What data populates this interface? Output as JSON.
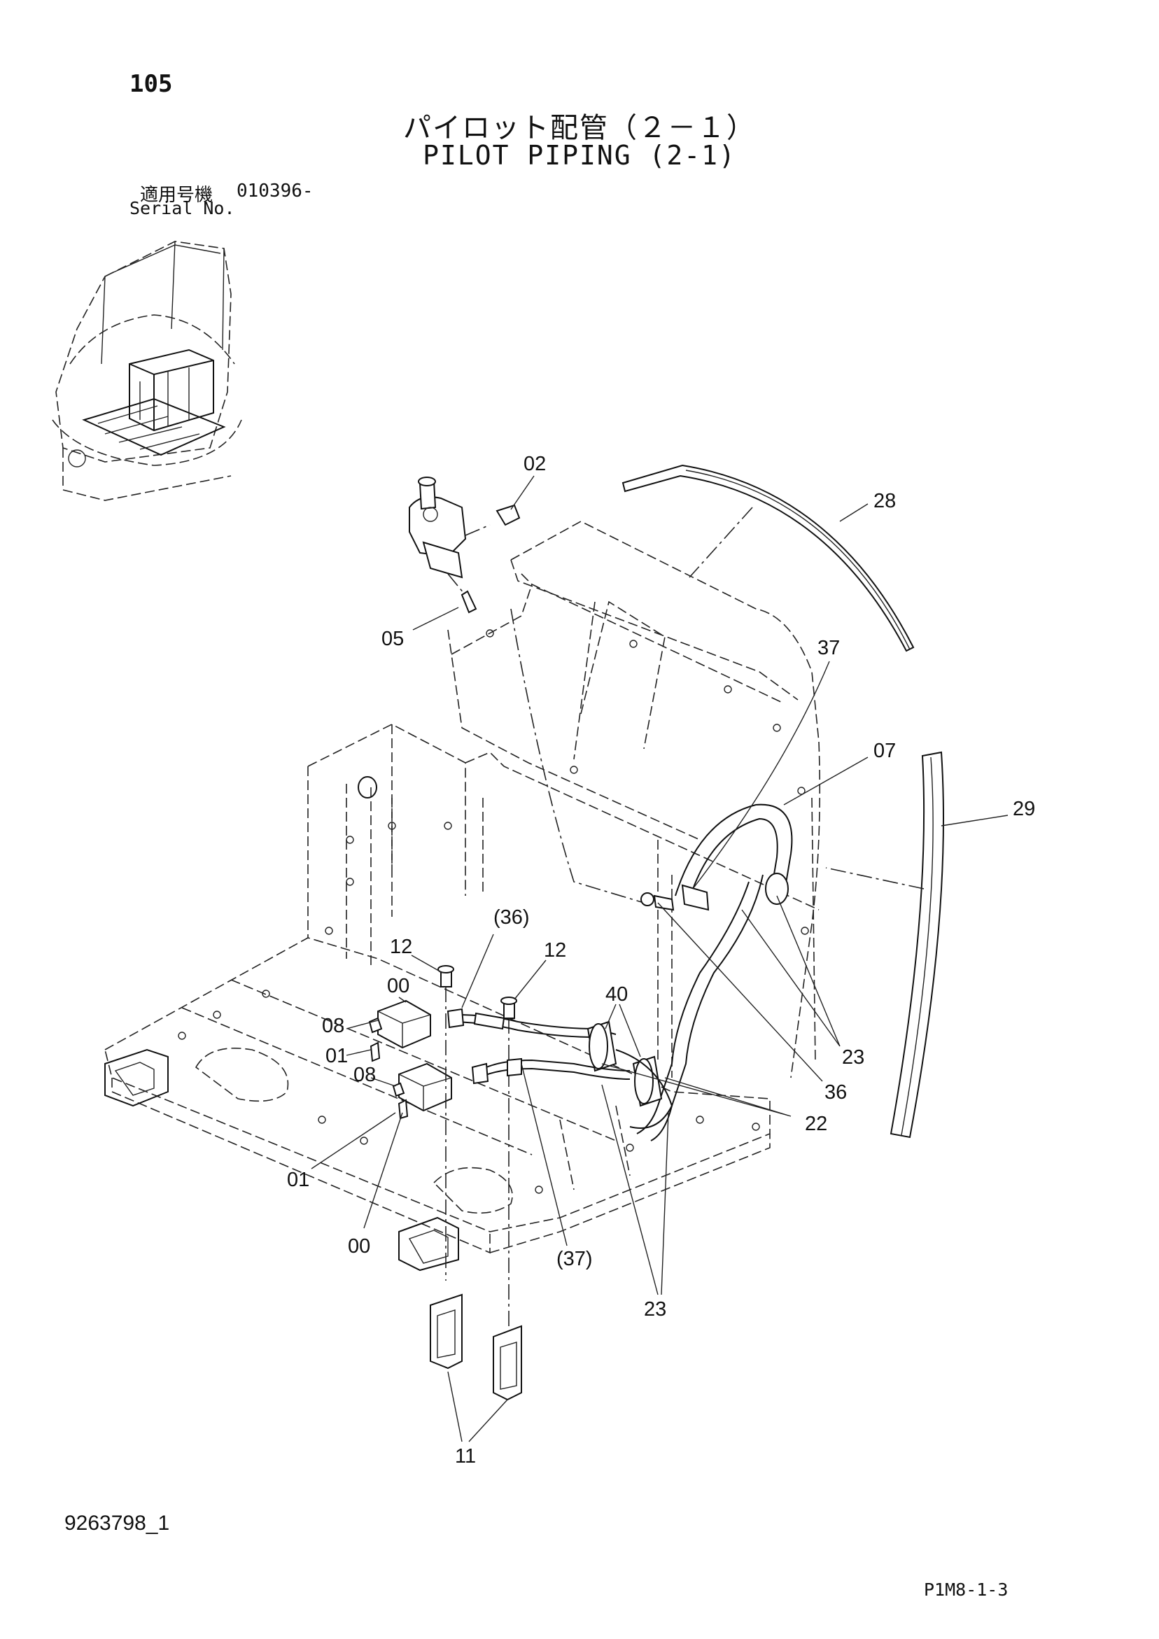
{
  "header": {
    "page_number": "105",
    "title_jp": "パイロット配管（２－１）",
    "title_en": "PILOT PIPING (2-1)",
    "serial_label_jp": "適用号機",
    "serial_value": "010396-",
    "serial_label_en": "Serial No."
  },
  "callouts": [
    {
      "id": "c02",
      "label": "02"
    },
    {
      "id": "c28",
      "label": "28"
    },
    {
      "id": "c05",
      "label": "05"
    },
    {
      "id": "c37a",
      "label": "37"
    },
    {
      "id": "c07",
      "label": "07"
    },
    {
      "id": "c29",
      "label": "29"
    },
    {
      "id": "c36p",
      "label": "(36)"
    },
    {
      "id": "c12a",
      "label": "12"
    },
    {
      "id": "c12b",
      "label": "12"
    },
    {
      "id": "c00a",
      "label": "00"
    },
    {
      "id": "c40",
      "label": "40"
    },
    {
      "id": "c08a",
      "label": "08"
    },
    {
      "id": "c01a",
      "label": "01"
    },
    {
      "id": "c08b",
      "label": "08"
    },
    {
      "id": "c23a",
      "label": "23"
    },
    {
      "id": "c36",
      "label": "36"
    },
    {
      "id": "c22",
      "label": "22"
    },
    {
      "id": "c01b",
      "label": "01"
    },
    {
      "id": "c00b",
      "label": "00"
    },
    {
      "id": "c37p",
      "label": "(37)"
    },
    {
      "id": "c23b",
      "label": "23"
    },
    {
      "id": "c11",
      "label": "11"
    }
  ],
  "footer": {
    "document_number": "9263798_1",
    "sheet_code": "P1M8-1-3"
  }
}
